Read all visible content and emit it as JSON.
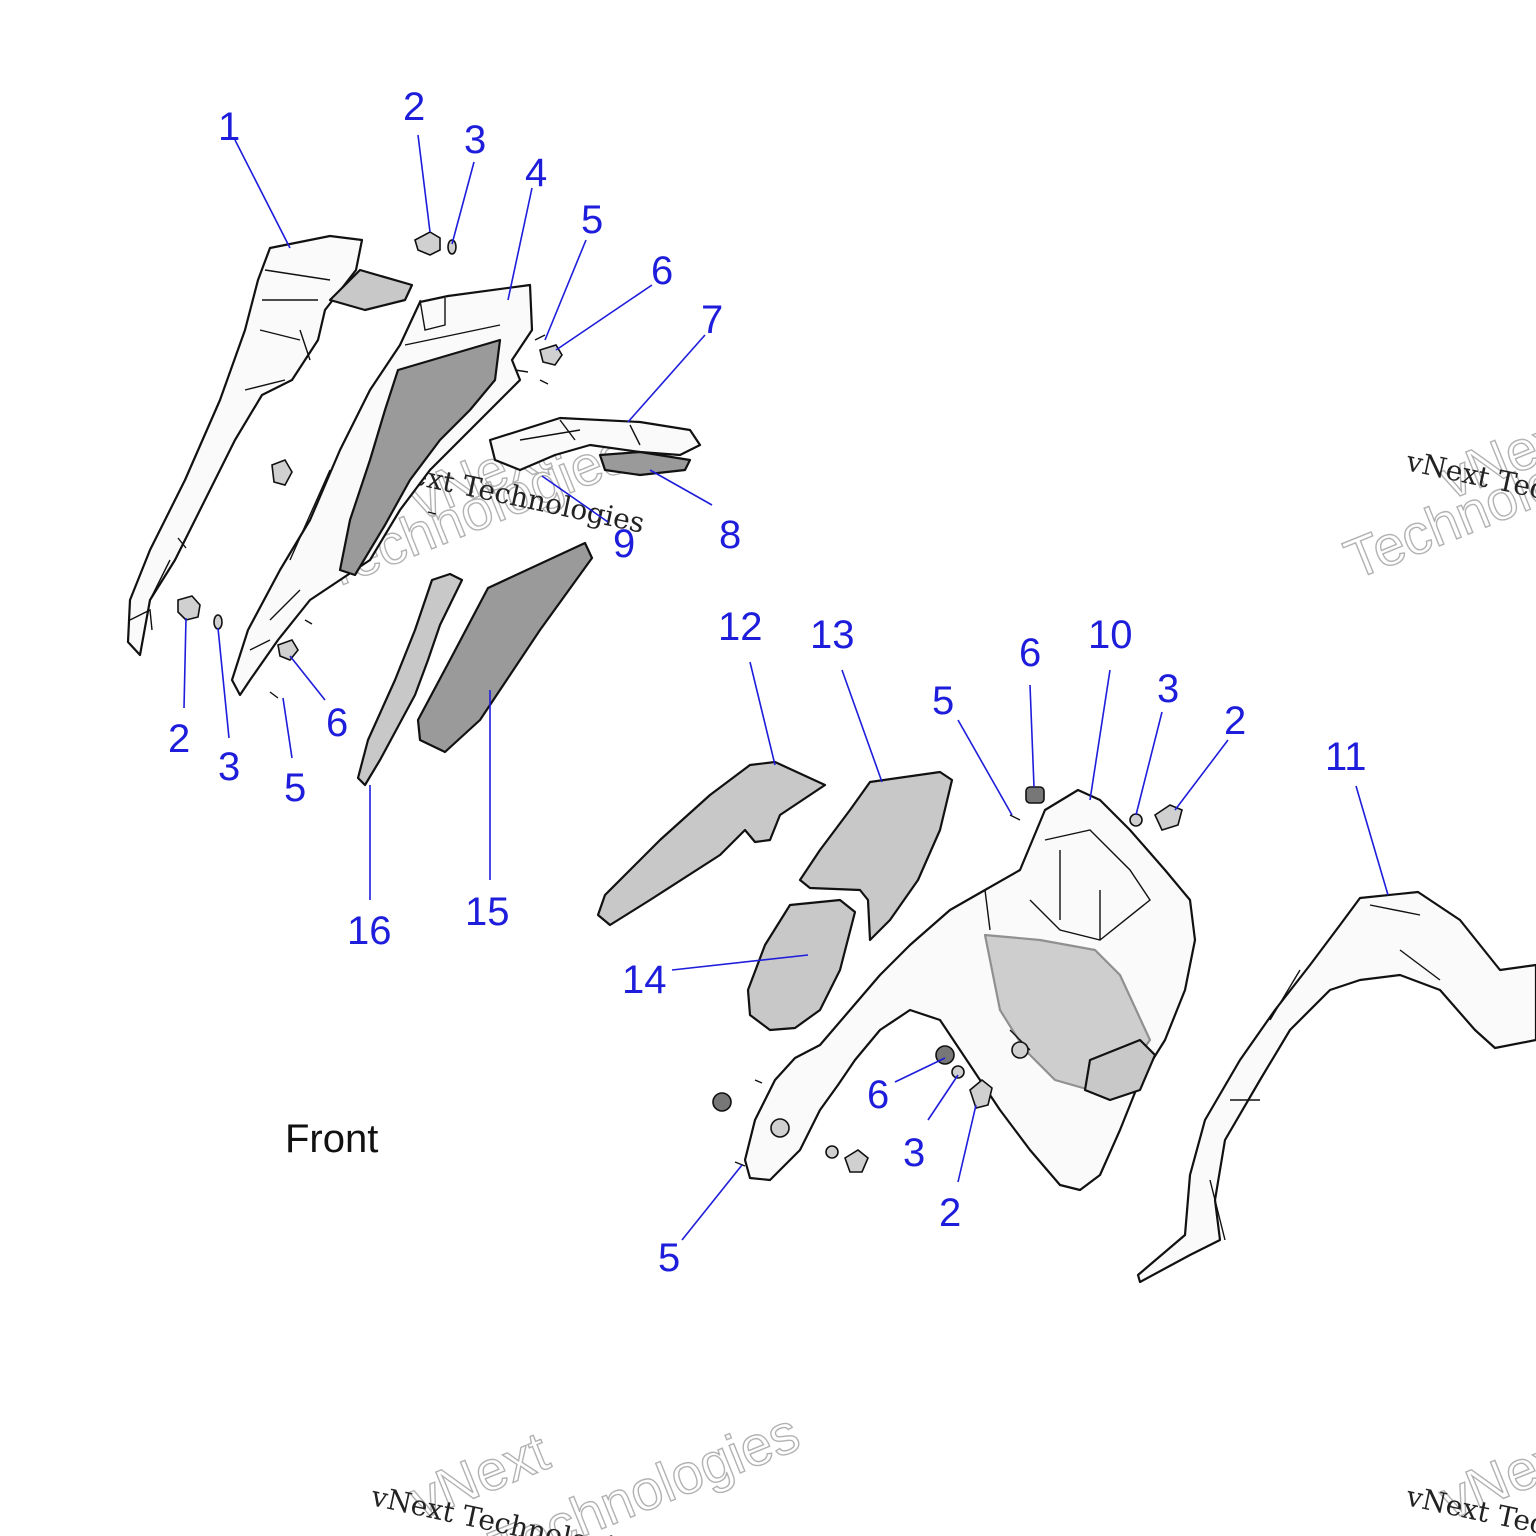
{
  "callouts": [
    {
      "id": "c1",
      "text": "1"
    },
    {
      "id": "c2a",
      "text": "2"
    },
    {
      "id": "c3a",
      "text": "3"
    },
    {
      "id": "c4",
      "text": "4"
    },
    {
      "id": "c5a",
      "text": "5"
    },
    {
      "id": "c6a",
      "text": "6"
    },
    {
      "id": "c7",
      "text": "7"
    },
    {
      "id": "c8",
      "text": "8"
    },
    {
      "id": "c9",
      "text": "9"
    },
    {
      "id": "c2b",
      "text": "2"
    },
    {
      "id": "c3b",
      "text": "3"
    },
    {
      "id": "c5b",
      "text": "5"
    },
    {
      "id": "c6b",
      "text": "6"
    },
    {
      "id": "c16",
      "text": "16"
    },
    {
      "id": "c15",
      "text": "15"
    },
    {
      "id": "c12",
      "text": "12"
    },
    {
      "id": "c13",
      "text": "13"
    },
    {
      "id": "c5c",
      "text": "5"
    },
    {
      "id": "c6c",
      "text": "6"
    },
    {
      "id": "c10",
      "text": "10"
    },
    {
      "id": "c3c",
      "text": "3"
    },
    {
      "id": "c2c",
      "text": "2"
    },
    {
      "id": "c11",
      "text": "11"
    },
    {
      "id": "c14",
      "text": "14"
    },
    {
      "id": "c6d",
      "text": "6"
    },
    {
      "id": "c3d",
      "text": "3"
    },
    {
      "id": "c2d",
      "text": "2"
    },
    {
      "id": "c5d",
      "text": "5"
    }
  ],
  "front_label": "Front",
  "watermark": {
    "line1": "vNext Technologies",
    "word_a": "vNext",
    "word_b": "Technologies"
  }
}
